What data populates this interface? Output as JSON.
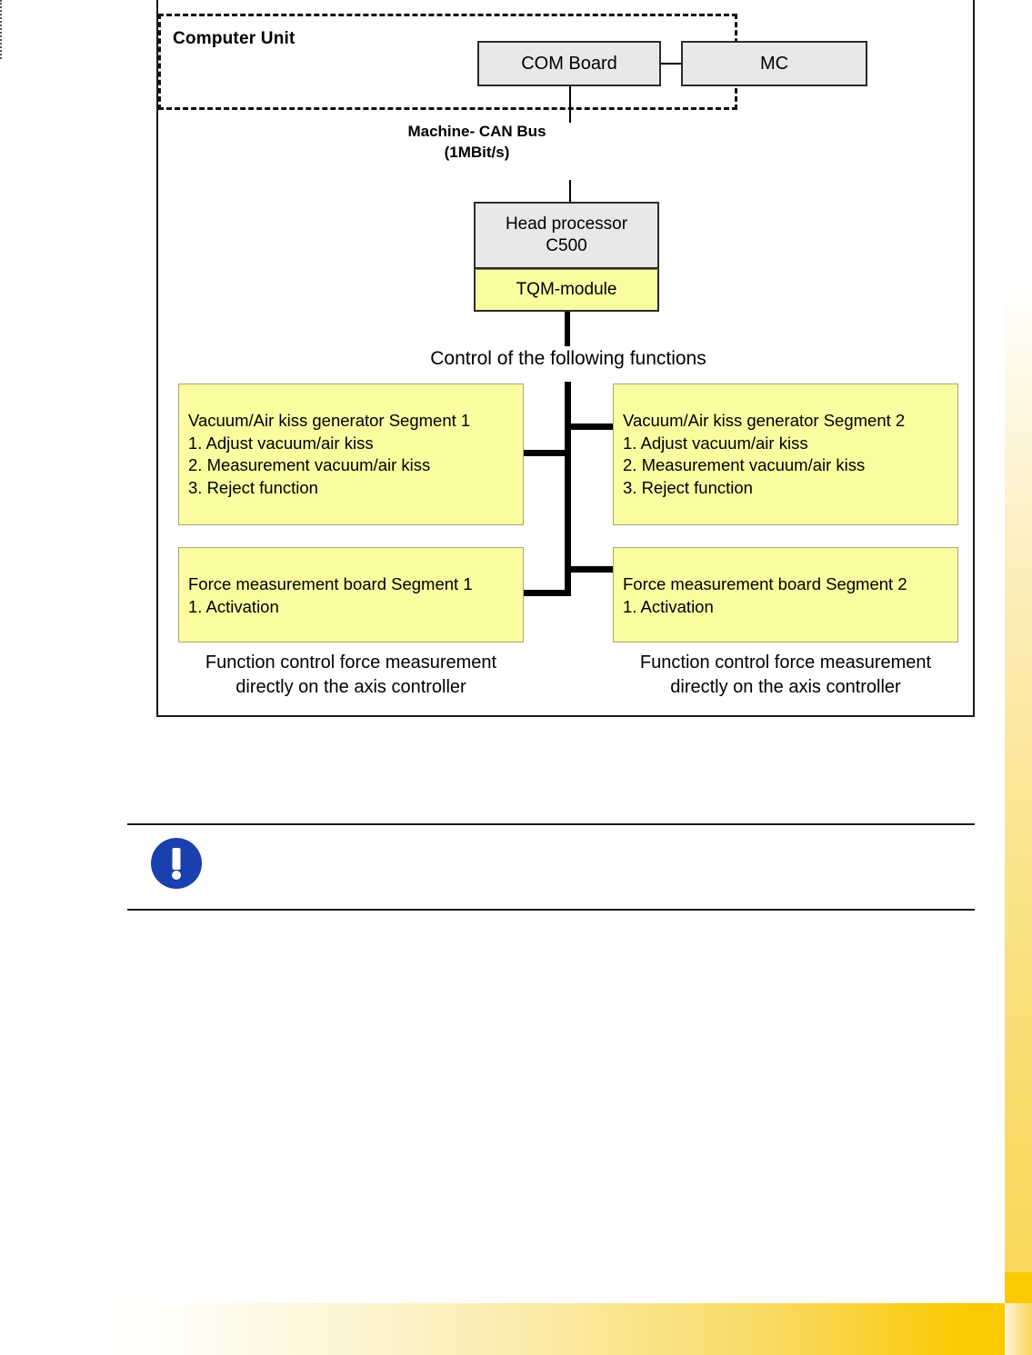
{
  "diagram": {
    "computer_unit": {
      "label": "Computer Unit",
      "boxes": [
        {
          "name": "com-board",
          "label": "COM Board"
        },
        {
          "name": "mc",
          "label": "MC"
        }
      ]
    },
    "bus": {
      "line1": "Machine- CAN Bus",
      "line2": "(1MBit/s)"
    },
    "head_processor": {
      "line1": "Head processor",
      "line2": "C500"
    },
    "tqm_module": {
      "label": "TQM-module"
    },
    "control_label": "Control of the following functions",
    "function_boxes": [
      {
        "name": "vacuum-segment-1",
        "title": "Vacuum/Air kiss generator Segment 1",
        "items": [
          "1. Adjust vacuum/air kiss",
          "2. Measurement vacuum/air kiss",
          "3. Reject function"
        ]
      },
      {
        "name": "vacuum-segment-2",
        "title": "Vacuum/Air kiss generator Segment 2",
        "items": [
          "1. Adjust vacuum/air kiss",
          "2. Measurement vacuum/air kiss",
          "3. Reject function"
        ]
      },
      {
        "name": "force-segment-1",
        "title": "Force measurement board Segment 1",
        "items": [
          "1. Activation"
        ]
      },
      {
        "name": "force-segment-2",
        "title": "Force measurement board Segment 2",
        "items": [
          "1. Activation"
        ]
      }
    ],
    "captions": [
      {
        "line1": "Function control force measurement",
        "line2": "directly on the axis controller"
      },
      {
        "line1": "Function control force measurement",
        "line2": "directly on the axis controller"
      }
    ]
  },
  "notice": {
    "icon": "notice-exclamation-icon",
    "text": ""
  },
  "colors": {
    "box_gray": "#e8e8e8",
    "box_yellow": "#fbfba0",
    "notice_blue": "#1a3fae",
    "accent_yellow": "#fbc900",
    "line_black": "#000000"
  }
}
